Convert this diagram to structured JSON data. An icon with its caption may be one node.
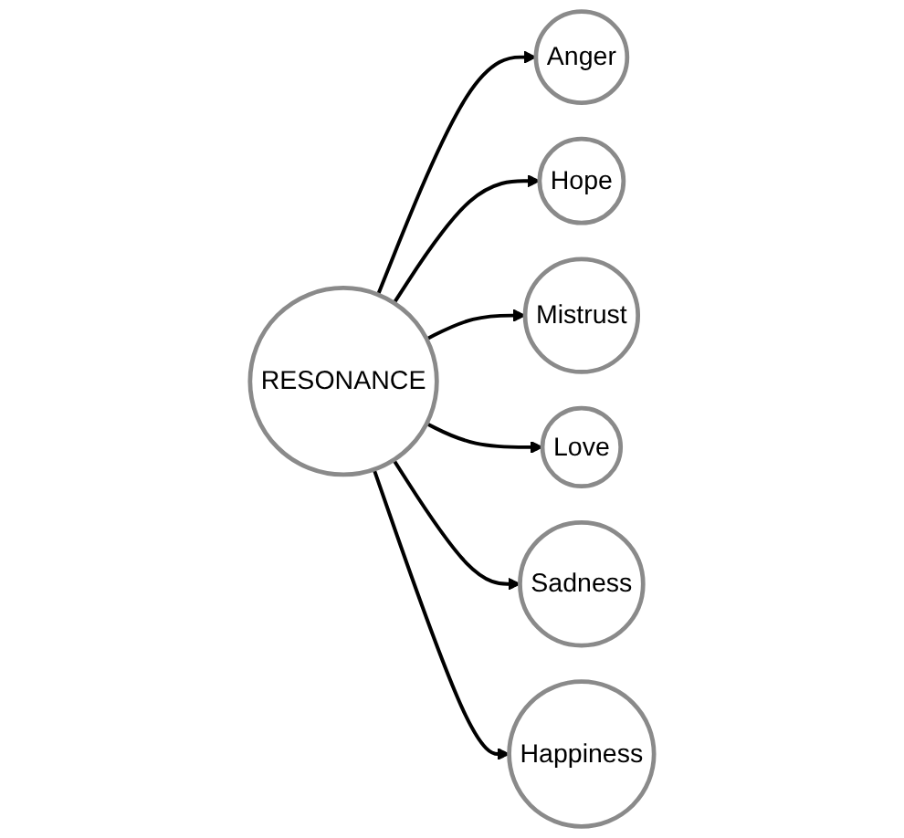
{
  "diagram": {
    "nodes": [
      {
        "text": [
          "Anger"
        ]
      },
      {
        "text": [
          "Hope"
        ]
      },
      {
        "text": [
          "Mistrust"
        ]
      },
      {
        "text": [
          "RESONANCE"
        ]
      },
      {
        "text": [
          "Love"
        ]
      },
      {
        "text": [
          "Sadness"
        ]
      },
      {
        "text": [
          "Happiness"
        ]
      }
    ],
    "edges": [
      {
        "from": 3,
        "to": 0,
        "arrow": "to"
      },
      {
        "from": 3,
        "to": 1,
        "arrow": "to"
      },
      {
        "from": 3,
        "to": 2,
        "arrow": "to"
      },
      {
        "from": 3,
        "to": 4,
        "arrow": "to"
      },
      {
        "from": 3,
        "to": 5,
        "arrow": "to"
      },
      {
        "from": 3,
        "to": 6,
        "arrow": "to"
      }
    ]
  }
}
